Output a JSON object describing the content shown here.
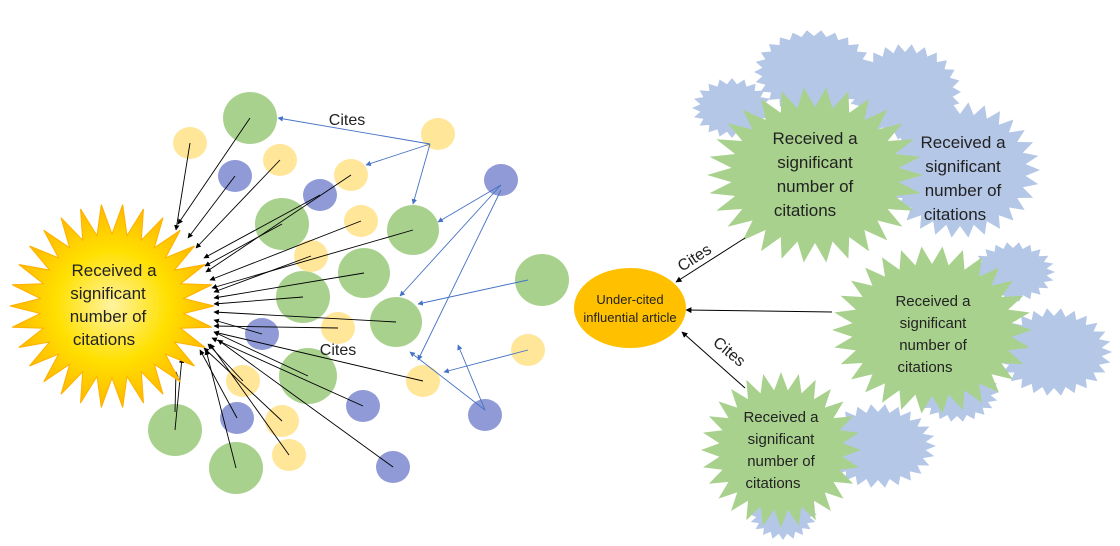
{
  "colors": {
    "green": "#a9d18e",
    "yellow": "#ffe699",
    "purple": "#8f9ad6",
    "lightblue": "#b4c7e7",
    "gold": "#ffc000",
    "burst_yellow": "#ffe000",
    "black_arrow": "#000000",
    "blue_arrow": "#4472c4"
  },
  "left": {
    "central_label": [
      "Received a",
      "significant",
      "number of",
      "citations"
    ],
    "cites_top": "Cites",
    "cites_middle": "Cites"
  },
  "right": {
    "center_label": [
      "Under-cited",
      "influential article"
    ],
    "cites_upper": "Cites",
    "cites_lower": "Cites",
    "green_top_label": [
      "Received a",
      "significant",
      "number of",
      "citations"
    ],
    "blue_top_label": [
      "Received a",
      "significant",
      "number of",
      "citations"
    ],
    "green_mid_label": [
      "Received a",
      "significant",
      "number of",
      "citations"
    ],
    "green_bottom_label": [
      "Received a",
      "significant",
      "number of",
      "citations"
    ]
  }
}
